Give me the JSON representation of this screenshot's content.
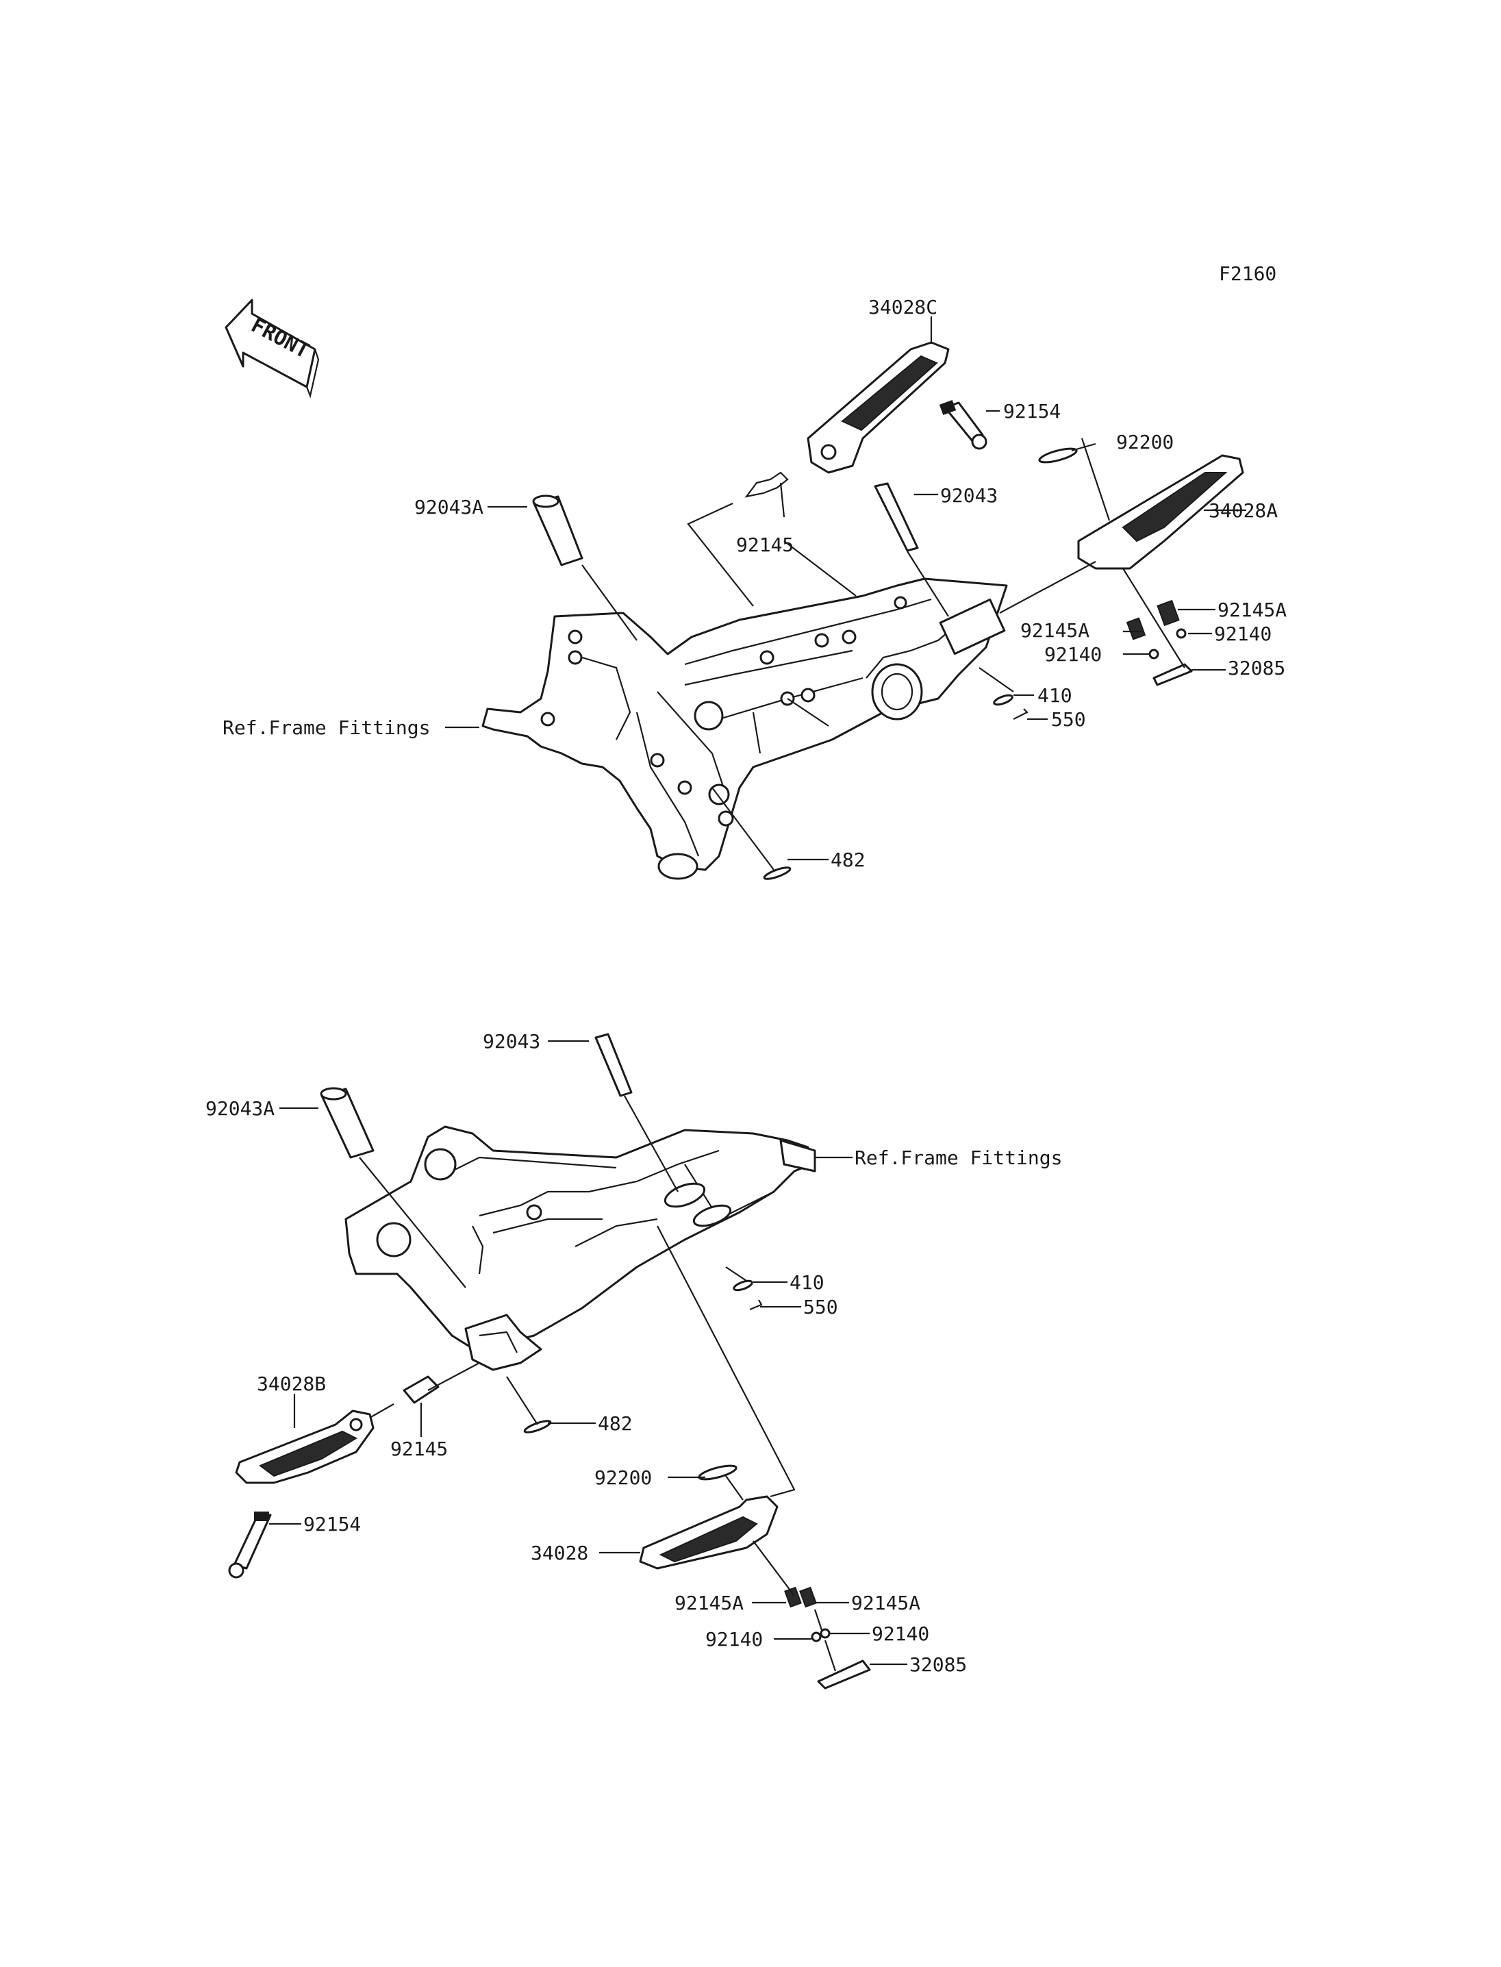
{
  "figure_code": "F2160",
  "front_arrow_label": "FRONT",
  "upper_assembly": {
    "callouts": {
      "p34028C": "34028C",
      "p92154": "92154",
      "p92200": "92200",
      "p92043": "92043",
      "p34028A": "34028A",
      "p92043A": "92043A",
      "p92145": "92145",
      "p92145A_right": "92145A",
      "p92145A_left": "92145A",
      "p92140_right": "92140",
      "p92140_left": "92140",
      "p32085": "32085",
      "p410": "410",
      "p550": "550",
      "ref_frame": "Ref.Frame Fittings",
      "p482": "482"
    }
  },
  "lower_assembly": {
    "callouts": {
      "p92043": "92043",
      "p92043A": "92043A",
      "ref_frame": "Ref.Frame Fittings",
      "p410": "410",
      "p550": "550",
      "p34028B": "34028B",
      "p482": "482",
      "p92145": "92145",
      "p92154": "92154",
      "p92200": "92200",
      "p34028": "34028",
      "p92145A_left": "92145A",
      "p92145A_right": "92145A",
      "p92140_left": "92140",
      "p92140_right": "92140",
      "p32085": "32085"
    }
  }
}
